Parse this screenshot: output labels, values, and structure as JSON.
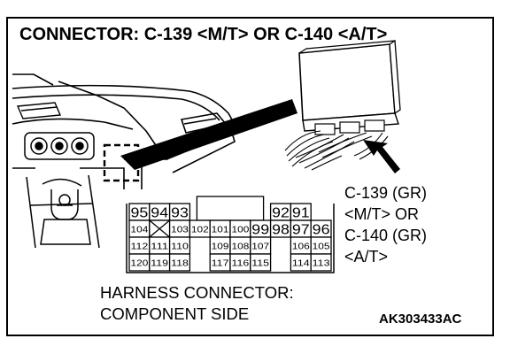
{
  "title": "CONNECTOR: C-139 <M/T> OR C-140 <A/T>",
  "legend": [
    "C-139 (GR)",
    "<M/T> OR",
    "C-140 (GR)",
    "<A/T>"
  ],
  "harness": [
    "HARNESS CONNECTOR:",
    "COMPONENT SIDE"
  ],
  "code": "AK303433AC",
  "pins": {
    "row1_left": [
      "95",
      "94",
      "93"
    ],
    "row1_right": [
      "92",
      "91"
    ],
    "row2": [
      "104",
      "103",
      "102",
      "101",
      "100",
      "99",
      "98",
      "97",
      "96"
    ],
    "row3": [
      "112",
      "111",
      "110",
      "109",
      "108",
      "107",
      "106",
      "105"
    ],
    "row4": [
      "120",
      "119",
      "118",
      "117",
      "116",
      "115",
      "114",
      "113"
    ]
  }
}
